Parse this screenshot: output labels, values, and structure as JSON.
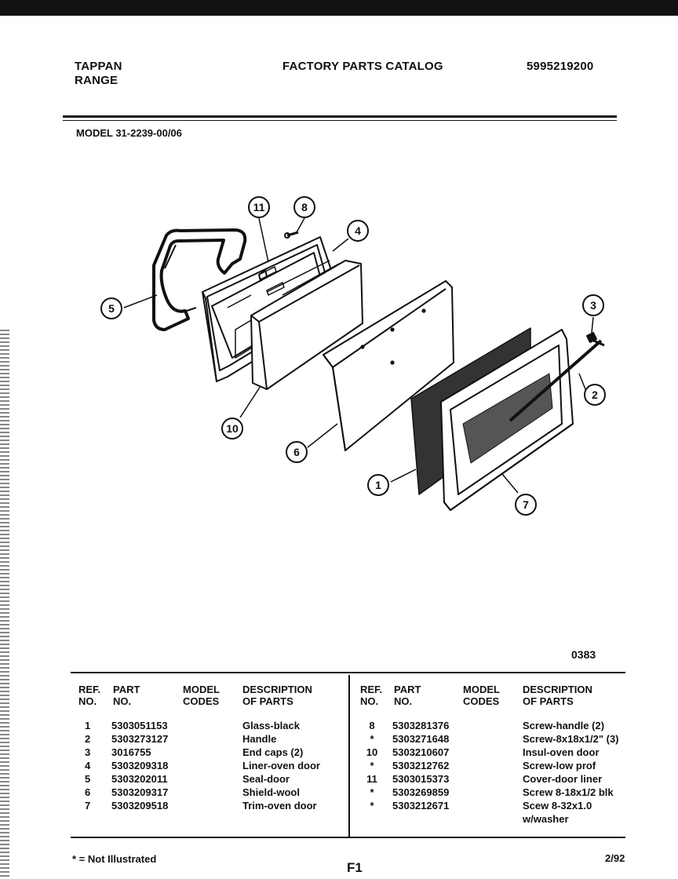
{
  "header": {
    "brand_line1": "TAPPAN",
    "brand_line2": "RANGE",
    "title": "FACTORY PARTS CATALOG",
    "catalog_number": "5995219200"
  },
  "model": "MODEL 31-2239-00/06",
  "diagram": {
    "callouts": [
      "11",
      "8",
      "4",
      "5",
      "3",
      "2",
      "10",
      "6",
      "1",
      "7"
    ]
  },
  "figure_code": "0383",
  "table": {
    "headers": {
      "ref_line1": "REF.",
      "ref_line2": "NO.",
      "part_line1": "PART",
      "part_line2": "NO.",
      "model_line1": "MODEL",
      "model_line2": "CODES",
      "desc_line1": "DESCRIPTION",
      "desc_line2": "OF PARTS"
    },
    "left_rows": [
      {
        "ref": "1",
        "part": "5303051153",
        "desc": "Glass-black"
      },
      {
        "ref": "2",
        "part": "5303273127",
        "desc": "Handle"
      },
      {
        "ref": "3",
        "part": "3016755",
        "desc": "End caps (2)"
      },
      {
        "ref": "4",
        "part": "5303209318",
        "desc": "Liner-oven door"
      },
      {
        "ref": "5",
        "part": "5303202011",
        "desc": "Seal-door"
      },
      {
        "ref": "6",
        "part": "5303209317",
        "desc": "Shield-wool"
      },
      {
        "ref": "7",
        "part": "5303209518",
        "desc": "Trim-oven door"
      }
    ],
    "right_rows": [
      {
        "ref": "8",
        "part": "5303281376",
        "desc": "Screw-handle (2)"
      },
      {
        "ref": "*",
        "part": "5303271648",
        "desc": "Screw-8x18x1/2\" (3)"
      },
      {
        "ref": "10",
        "part": "5303210607",
        "desc": "Insul-oven door"
      },
      {
        "ref": "*",
        "part": "5303212762",
        "desc": "Screw-low prof"
      },
      {
        "ref": "11",
        "part": "5303015373",
        "desc": "Cover-door liner"
      },
      {
        "ref": "*",
        "part": "5303269859",
        "desc": "Screw 8-18x1/2 blk"
      },
      {
        "ref": "*",
        "part": "5303212671",
        "desc": "Scew 8-32x1.0"
      },
      {
        "ref": "",
        "part": "",
        "desc": "w/washer"
      }
    ]
  },
  "footer": {
    "note": "* = Not Illustrated",
    "page": "F1",
    "date": "2/92"
  }
}
